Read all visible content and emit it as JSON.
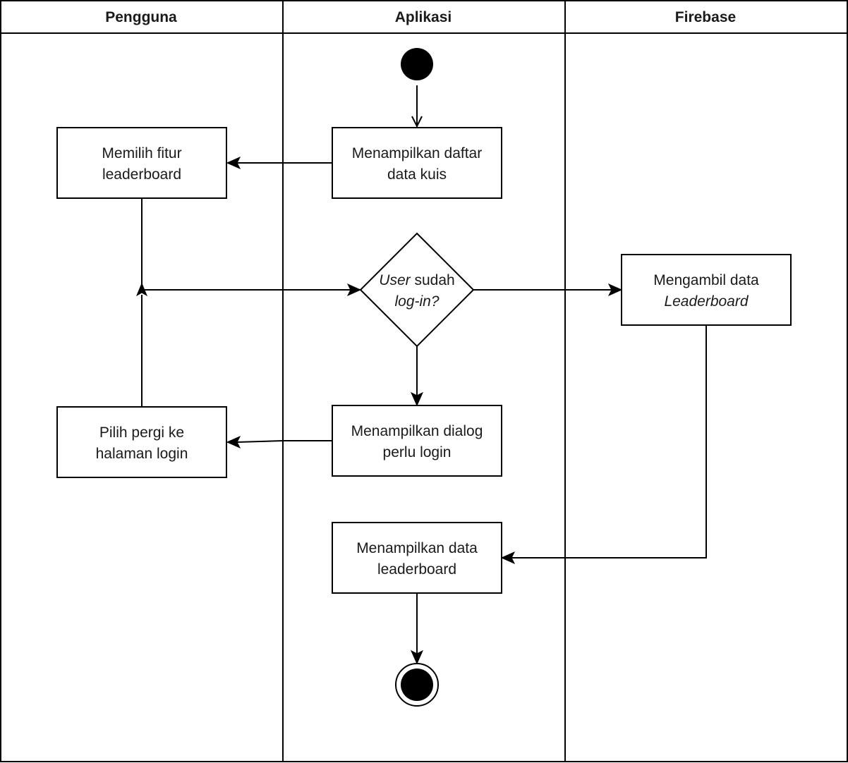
{
  "lanes": {
    "pengguna": "Pengguna",
    "aplikasi": "Aplikasi",
    "firebase": "Firebase"
  },
  "nodes": {
    "memilih_fitur": {
      "line1": "Memilih fitur",
      "line2": "leaderboard"
    },
    "daftar_kuis": {
      "line1": "Menampilkan daftar",
      "line2": "data kuis"
    },
    "decision": {
      "line1_italic": "User",
      "line1_rest": " sudah",
      "line2_italic": "log-in?"
    },
    "mengambil_data": {
      "line1": "Mengambil data",
      "line2_italic": "Leaderboard"
    },
    "pilih_login": {
      "line1": "Pilih pergi ke",
      "line2": "halaman login"
    },
    "dialog_login": {
      "line1": "Menampilkan dialog",
      "line2": "perlu login"
    },
    "tampil_leaderboard": {
      "line1": "Menampilkan data",
      "line2": "leaderboard"
    }
  },
  "colors": {
    "stroke": "#000000",
    "fill": "#ffffff",
    "text": "#1a1a1a"
  }
}
